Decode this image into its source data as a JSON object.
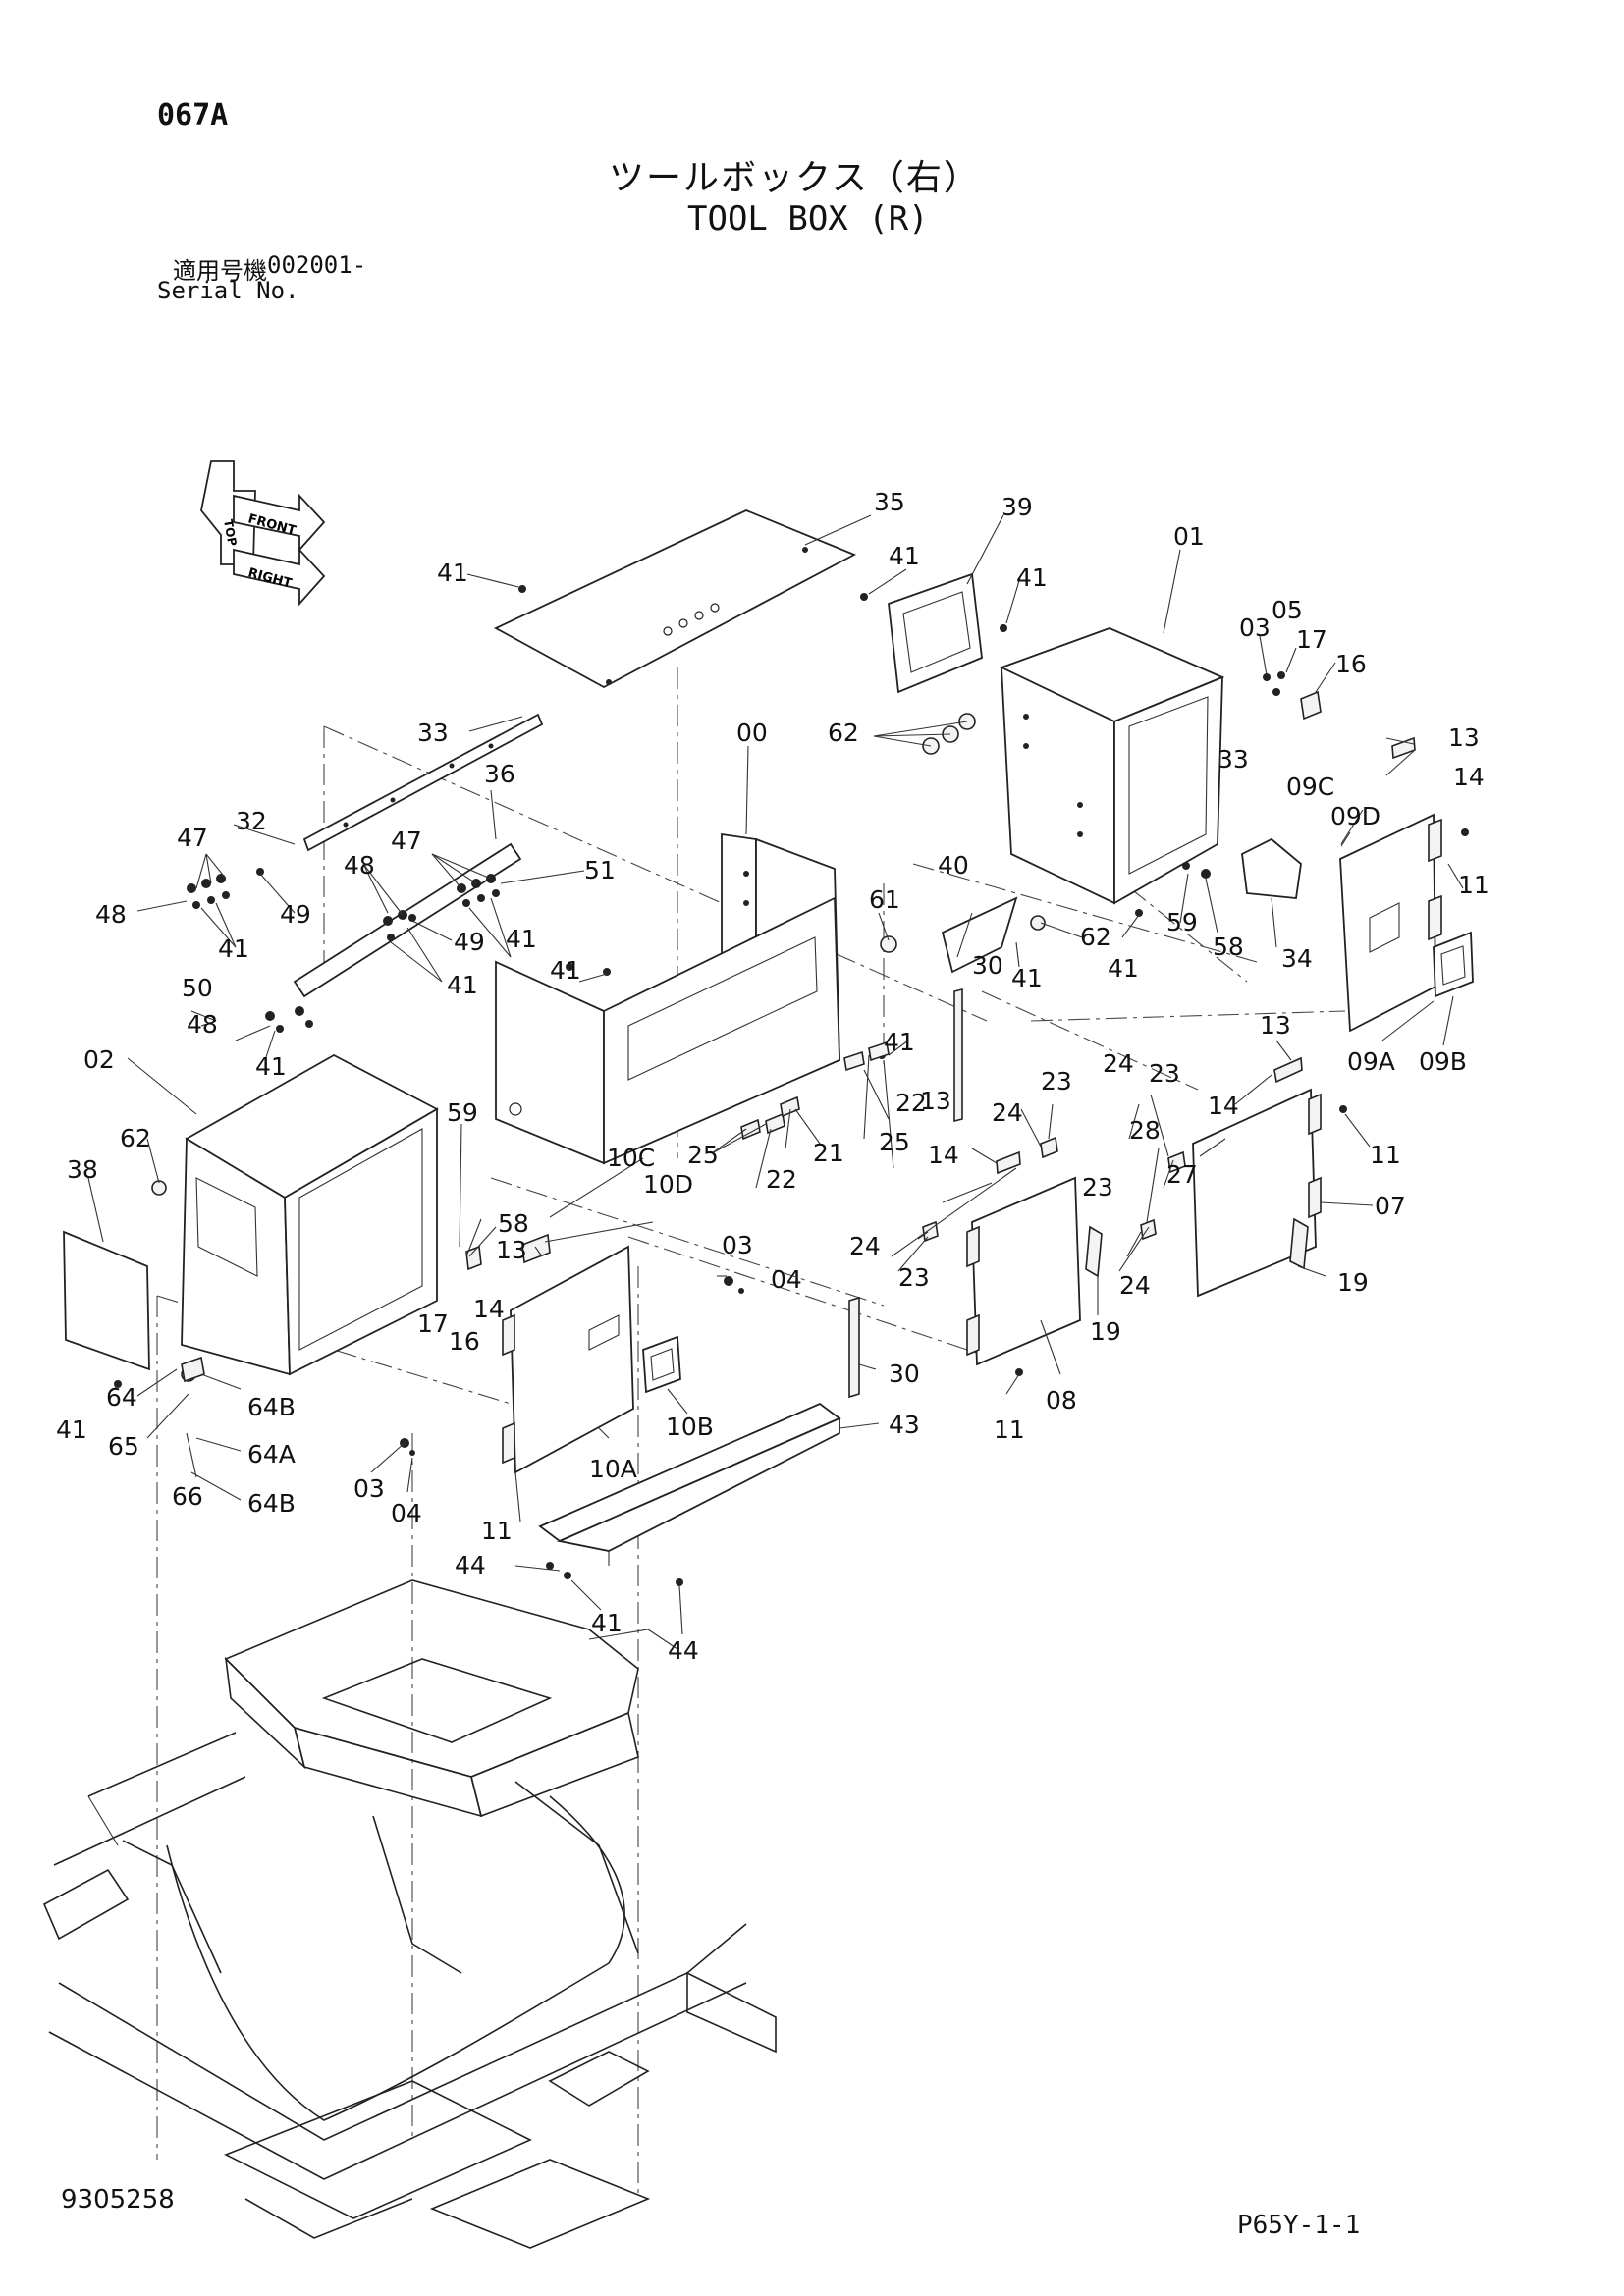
{
  "header": {
    "page_code": "067A",
    "title_jp": "ツールボックス（右）",
    "title_en": "TOOL BOX (R)",
    "serial_label_jp": "適用号機",
    "serial_number": "002001-",
    "serial_label_en": "Serial No."
  },
  "footer": {
    "drawing_number": "9305258",
    "page_ref": "P65Y-1-1"
  },
  "orientation_icon": {
    "labels": [
      "TOP",
      "FRONT",
      "RIGHT"
    ]
  },
  "callouts": [
    "35",
    "39",
    "01",
    "41",
    "41",
    "41",
    "03",
    "05",
    "17",
    "16",
    "13",
    "14",
    "62",
    "33",
    "33",
    "00",
    "09C",
    "09D",
    "32",
    "36",
    "47",
    "47",
    "51",
    "48",
    "48",
    "49",
    "49",
    "41",
    "41",
    "41",
    "41",
    "11",
    "34",
    "58",
    "59",
    "41",
    "62",
    "40",
    "61",
    "30",
    "41",
    "50",
    "48",
    "41",
    "02",
    "62",
    "38",
    "59",
    "41",
    "13",
    "09A",
    "09B",
    "24",
    "23",
    "14",
    "11",
    "25",
    "22",
    "22",
    "21",
    "25",
    "24",
    "23",
    "13",
    "14",
    "10C",
    "10D",
    "58",
    "13",
    "28",
    "27",
    "07",
    "03",
    "04",
    "17",
    "16",
    "14",
    "23",
    "24",
    "23",
    "24",
    "19",
    "19",
    "08",
    "11",
    "30",
    "10B",
    "64",
    "64B",
    "41",
    "65",
    "64A",
    "66",
    "64B",
    "10A",
    "03",
    "04",
    "43",
    "11",
    "44",
    "41",
    "44"
  ]
}
